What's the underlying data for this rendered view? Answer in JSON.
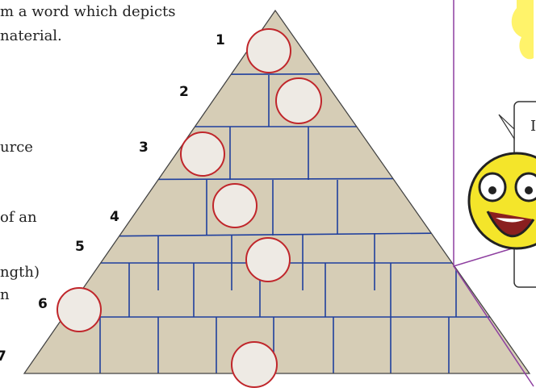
{
  "instructions": {
    "line1": "m a word which depicts",
    "line2": "naterial."
  },
  "clues": {
    "c3": "urce",
    "c4": "of an",
    "c5": "ngth)",
    "c6": "n"
  },
  "pyramid_rows": [
    {
      "number": "1"
    },
    {
      "number": "2"
    },
    {
      "number": "3"
    },
    {
      "number": "4"
    },
    {
      "number": "5"
    },
    {
      "number": "6"
    },
    {
      "number": "7"
    }
  ],
  "speech_letter": "I",
  "colors": {
    "stone": "#d6cdb6",
    "mortar": "#1f3f9e",
    "circle_border": "#c0262b",
    "circle_fill": "#eeeae4",
    "panel_border": "#8e3fa0",
    "sun": "#fff36a",
    "smiley": "#f4e52a"
  }
}
